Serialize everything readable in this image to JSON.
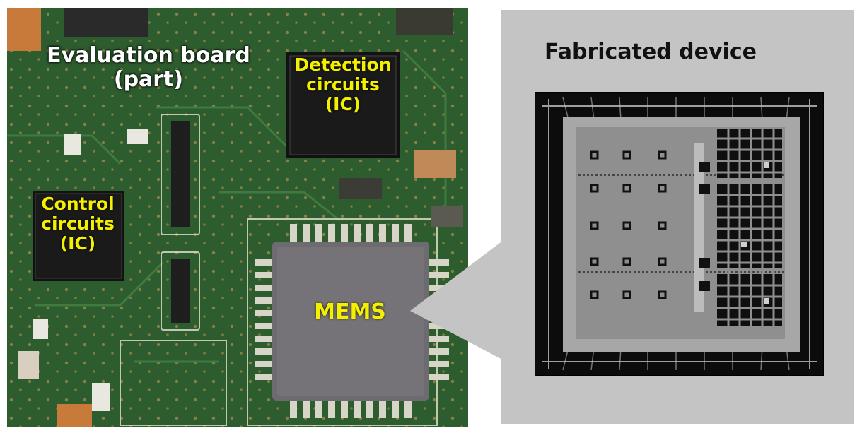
{
  "labels": {
    "board_line1": "Evaluation board",
    "board_line2": "(part)",
    "detection_line1": "Detection",
    "detection_line2": "circuits",
    "detection_line3": "(IC)",
    "control_line1": "Control",
    "control_line2": "circuits",
    "control_line3": "(IC)",
    "mems": "MEMS",
    "device_title": "Fabricated device"
  },
  "colors": {
    "pcb_green": "#2c5a2e",
    "label_yellow": "#f4f000",
    "callout_gray": "#c4c4c4"
  }
}
